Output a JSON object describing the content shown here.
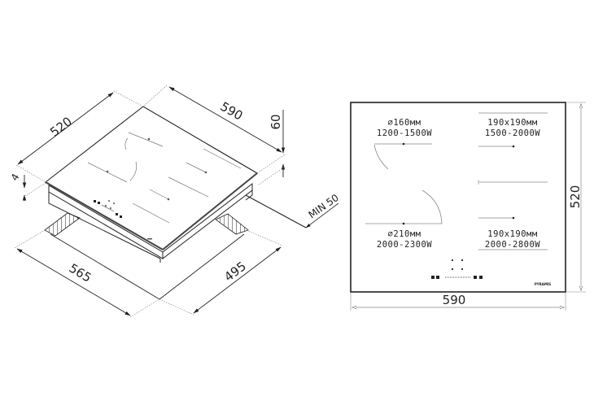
{
  "isometric_view": {
    "dimensions": {
      "depth": "520",
      "width": "590",
      "height": "60",
      "glass_thickness": "4",
      "min_clearance": "MIN 50",
      "cutout_width": "565",
      "cutout_depth": "495"
    }
  },
  "top_view": {
    "dimensions": {
      "width": "590",
      "depth": "520"
    },
    "zones": [
      {
        "position": "top-left",
        "size": "∅160мм",
        "power": "1200-1500W"
      },
      {
        "position": "top-right",
        "size": "190x190мм",
        "power": "1500-2000W"
      },
      {
        "position": "bottom-left",
        "size": "∅210мм",
        "power": "2000-2300W"
      },
      {
        "position": "bottom-right",
        "size": "190x190мм",
        "power": "2000-2800W"
      }
    ],
    "brand": "PYRAMIS"
  },
  "colors": {
    "line": "#222222",
    "thin_line": "#888888",
    "background": "#ffffff"
  }
}
